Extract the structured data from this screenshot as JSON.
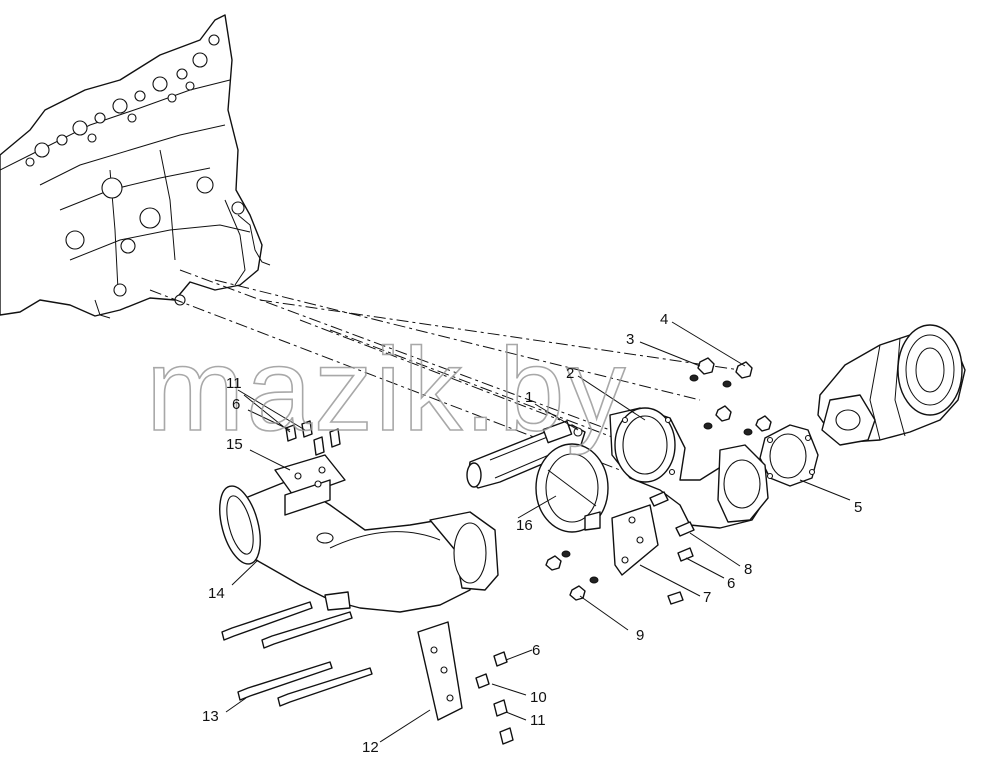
{
  "watermark": "mazik.by",
  "callouts": [
    {
      "id": "c1",
      "label": "1"
    },
    {
      "id": "c2",
      "label": "2"
    },
    {
      "id": "c3",
      "label": "3"
    },
    {
      "id": "c4",
      "label": "4"
    },
    {
      "id": "c5",
      "label": "5"
    },
    {
      "id": "c6a",
      "label": "6"
    },
    {
      "id": "c6b",
      "label": "6"
    },
    {
      "id": "c6c",
      "label": "6"
    },
    {
      "id": "c7",
      "label": "7"
    },
    {
      "id": "c8",
      "label": "8"
    },
    {
      "id": "c9",
      "label": "9"
    },
    {
      "id": "c10",
      "label": "10"
    },
    {
      "id": "c11a",
      "label": "11"
    },
    {
      "id": "c11b",
      "label": "11"
    },
    {
      "id": "c12",
      "label": "12"
    },
    {
      "id": "c13",
      "label": "13"
    },
    {
      "id": "c14",
      "label": "14"
    },
    {
      "id": "c15",
      "label": "15"
    },
    {
      "id": "c16",
      "label": "16"
    }
  ]
}
